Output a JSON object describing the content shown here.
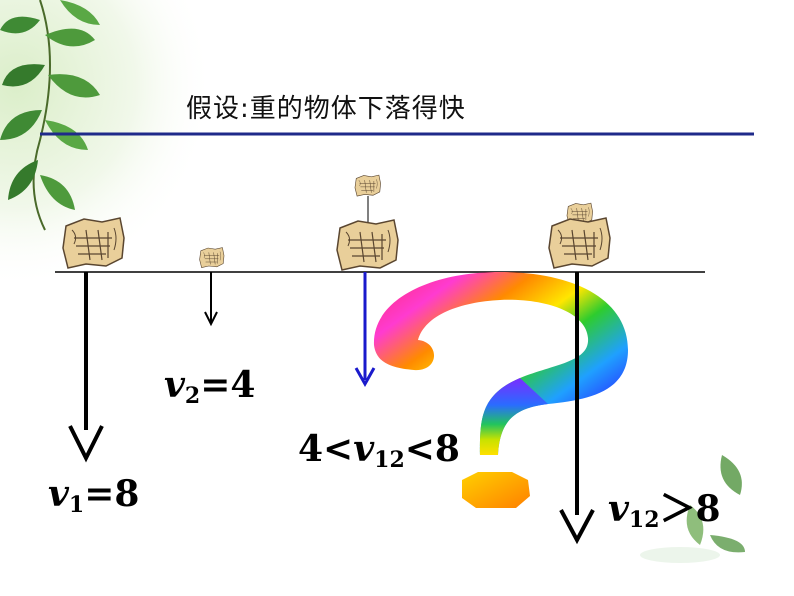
{
  "title": "假设:重的物体下落得快",
  "labels": {
    "v1": {
      "var": "v",
      "sub": "1",
      "rest": "=8"
    },
    "v2": {
      "var": "v",
      "sub": "2",
      "rest": "=4"
    },
    "v12_between": {
      "pre": "4<",
      "var": "v",
      "sub": "12",
      "rest": "<8"
    },
    "v12_greater": {
      "var": "v",
      "sub": "12",
      "rest": "＞8"
    }
  },
  "colors": {
    "title_rule": "#1f2a8a",
    "arrow_black": "#000000",
    "arrow_blue": "#1a1acc",
    "stone_fill": "#e9cf9a",
    "stone_stroke": "#5a4630",
    "leaf_green": "#3f8a34"
  },
  "icons": [
    "leaf-branch-icon",
    "stone-icon",
    "question-mark-icon",
    "leaf-icon"
  ]
}
